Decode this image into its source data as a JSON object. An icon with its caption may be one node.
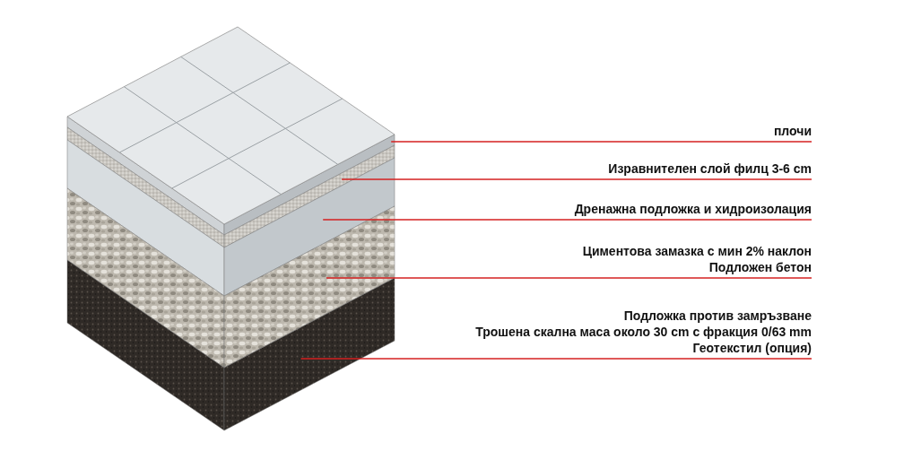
{
  "diagram": {
    "nodes": [
      {
        "text": [
          "плочи"
        ]
      },
      {
        "text": [
          "Изравнителен слой филц 3-6 cm"
        ]
      },
      {
        "text": [
          "Дренажна подложка и хидроизолация"
        ]
      },
      {
        "text": [
          "Циментова замазка с мин 2% наклон",
          "Подложен бетон"
        ]
      },
      {
        "text": [
          "Подложка против замръзване",
          "Трошена скална маса около 30 cm с фракция 0/63 mm",
          "Геотекстил (опция)"
        ]
      },
      {
        "text": [],
        "shape": "picture"
      },
      {
        "text": [],
        "shape": "picture"
      },
      {
        "text": [],
        "shape": "picture"
      },
      {
        "text": [],
        "shape": "picture"
      },
      {
        "text": [],
        "shape": "picture"
      }
    ],
    "edges": [
      {
        "from": 0,
        "to": 5,
        "arrow": "none"
      },
      {
        "from": 1,
        "to": 6,
        "arrow": "none"
      },
      {
        "from": 2,
        "to": 7,
        "arrow": "none"
      },
      {
        "from": 3,
        "to": 8,
        "arrow": "none"
      },
      {
        "from": 4,
        "to": 9,
        "arrow": "none"
      }
    ]
  }
}
